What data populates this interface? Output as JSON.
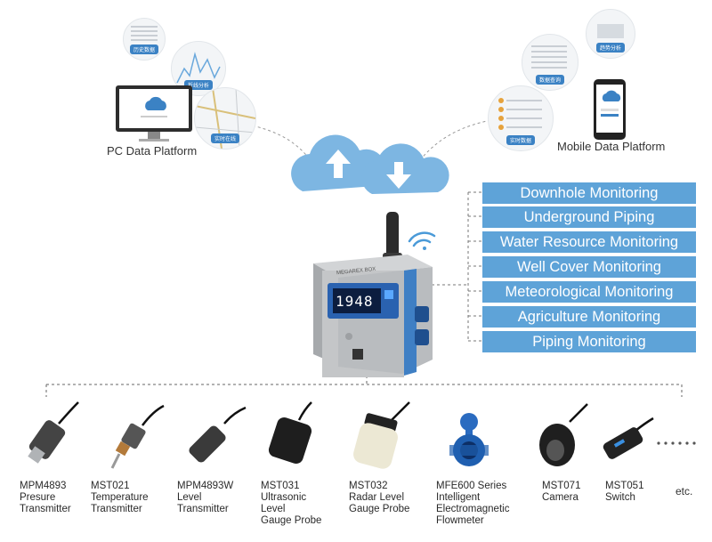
{
  "platforms": {
    "pc_label": "PC Data Platform",
    "mobile_label": "Mobile Data Platform",
    "pc_tags": [
      "历史数据",
      "折线分析",
      "实时在线"
    ],
    "mobile_tags": [
      "趋势分析",
      "数据查询",
      "实时数据"
    ]
  },
  "device": {
    "display_value": "1948",
    "brand": "MEGAREX BOX"
  },
  "applications": [
    "Downhole Monitoring",
    "Underground Piping",
    "Water Resource Monitoring",
    "Well Cover Monitoring",
    "Meteorological Monitoring",
    "Agriculture Monitoring",
    "Piping Monitoring"
  ],
  "sensors": [
    {
      "label": "MPM4893\n Presure\nTransmitter"
    },
    {
      "label": "MST021\nTemperature\nTransmitter"
    },
    {
      "label": "MPM4893W\nLevel\nTransmitter"
    },
    {
      "label": "MST031\nUltrasonic\n Level\nGauge Probe"
    },
    {
      "label": "MST032\nRadar Level\nGauge Probe"
    },
    {
      "label": "MFE600 Series\n Intelligent\nElectromagnetic\nFlowmeter"
    },
    {
      "label": "MST071\nCamera"
    },
    {
      "label": "MST051\n Switch"
    }
  ],
  "etc_label": "etc.",
  "colors": {
    "accent": "#5ea3d8",
    "cloud": "#7db6e2",
    "device_body": "#b9bcbf",
    "screen": "#1c3f8c"
  }
}
